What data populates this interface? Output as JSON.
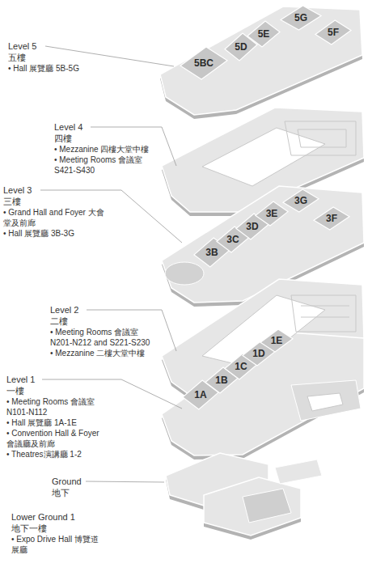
{
  "diagram": {
    "nodes": [
      {
        "text": [
          "5BC"
        ]
      },
      {
        "text": [
          "5D"
        ]
      },
      {
        "text": [
          "5E"
        ]
      },
      {
        "text": [
          "5G"
        ]
      },
      {
        "text": [
          "5F"
        ]
      },
      {
        "text": [
          "3B"
        ]
      },
      {
        "text": [
          "3C"
        ]
      },
      {
        "text": [
          "3D"
        ]
      },
      {
        "text": [
          "3E"
        ]
      },
      {
        "text": [
          "3G"
        ]
      },
      {
        "text": [
          "3F"
        ]
      },
      {
        "text": [
          "1A"
        ]
      },
      {
        "text": [
          "1B"
        ]
      },
      {
        "text": [
          "1C"
        ]
      },
      {
        "text": [
          "1D"
        ]
      },
      {
        "text": [
          "1E"
        ]
      }
    ],
    "labels": [
      "Level 5",
      "五樓",
      "• Hall 展覽廳 5B-5G",
      "Level 4",
      "四樓",
      "• Mezzanine 四樓大堂中樓",
      "• Meeting Rooms 會議室 S421-S430",
      "Level 3",
      "三樓",
      "• Grand Hall and Foyer 大會堂及前廊",
      "• Hall 展覽廳 3B-3G",
      "Level 2",
      "二樓",
      "• Meeting Rooms 會議室 N201-N212 and S221-S230",
      "• Mezzanine 二樓大堂中樓",
      "Level 1",
      "一樓",
      "• Meeting Rooms 會議室 N101-N112",
      "• Hall 展覽廳 1A-1E",
      "• Convention Hall & Foyer 會議廳及前廊",
      "• Theatres演講廳 1-2",
      "Ground",
      "地下",
      "Lower Ground 1",
      "地下一樓",
      "• Expo Drive Hall 博覽道展廳"
    ]
  }
}
